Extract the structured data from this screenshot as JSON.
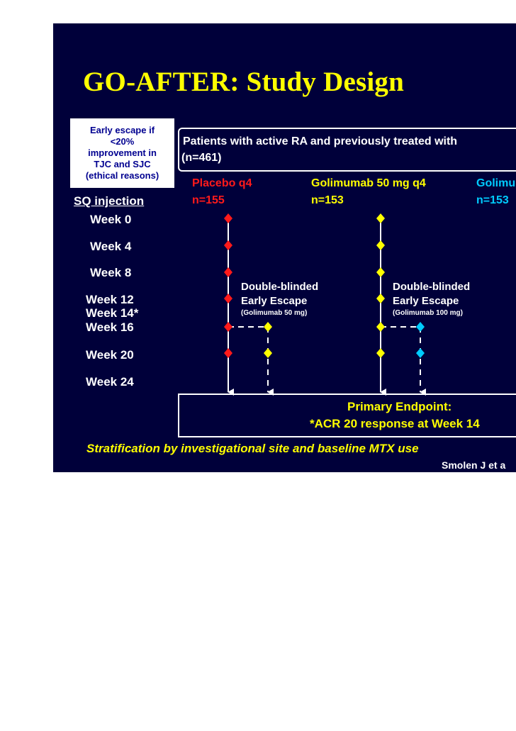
{
  "title": "GO-AFTER: Study Design",
  "escape_box": {
    "lines": [
      "Early escape if",
      "<20%",
      "improvement in",
      "TJC and SJC",
      "(ethical reasons)"
    ]
  },
  "patients": {
    "line1": "Patients with active RA and previously treated with",
    "line2": "(n=461)"
  },
  "arms": [
    {
      "name": "Placebo q4",
      "n": "n=155",
      "color": "#ff1a1a"
    },
    {
      "name": "Golimumab 50 mg q4",
      "n": "n=153",
      "color": "#ffff00"
    },
    {
      "name": "Golimu",
      "n": "n=153",
      "color": "#00ccff"
    }
  ],
  "timeline": {
    "header": "SQ injection",
    "weeks": [
      {
        "label": "Week 0",
        "color": "#ffffff"
      },
      {
        "label": "Week 4",
        "color": "#ffffff"
      },
      {
        "label": "Week 8",
        "color": "#ffffff"
      },
      {
        "label": "Week 12",
        "color": "#ffffff"
      },
      {
        "label": "Week 14*",
        "color": "#1fcf1f"
      },
      {
        "label": "Week 16",
        "color": "#ffffff"
      },
      {
        "label": "Week 20",
        "color": "#ffffff"
      },
      {
        "label": "Week 24",
        "color": "#1fcf1f"
      }
    ]
  },
  "early_escape": [
    {
      "line1": "Double-blinded",
      "line2": "Early Escape",
      "dose": "(Golimumab 50 mg)",
      "escape_color": "#ffff00"
    },
    {
      "line1": "Double-blinded",
      "line2": "Early Escape",
      "dose": "(Golimumab 100 mg)",
      "escape_color": "#00ccff"
    }
  ],
  "endpoint": {
    "title": "Primary Endpoint:",
    "subtitle": "*ACR 20 response at Week 14"
  },
  "stratification": "Stratification by investigational site and baseline MTX use",
  "citation": "Smolen J et a",
  "colors": {
    "background": "#00003a",
    "placebo": "#ff1a1a",
    "golimumab_50": "#ffff00",
    "golimumab_100": "#00ccff",
    "highlight_week": "#1fcf1f"
  }
}
